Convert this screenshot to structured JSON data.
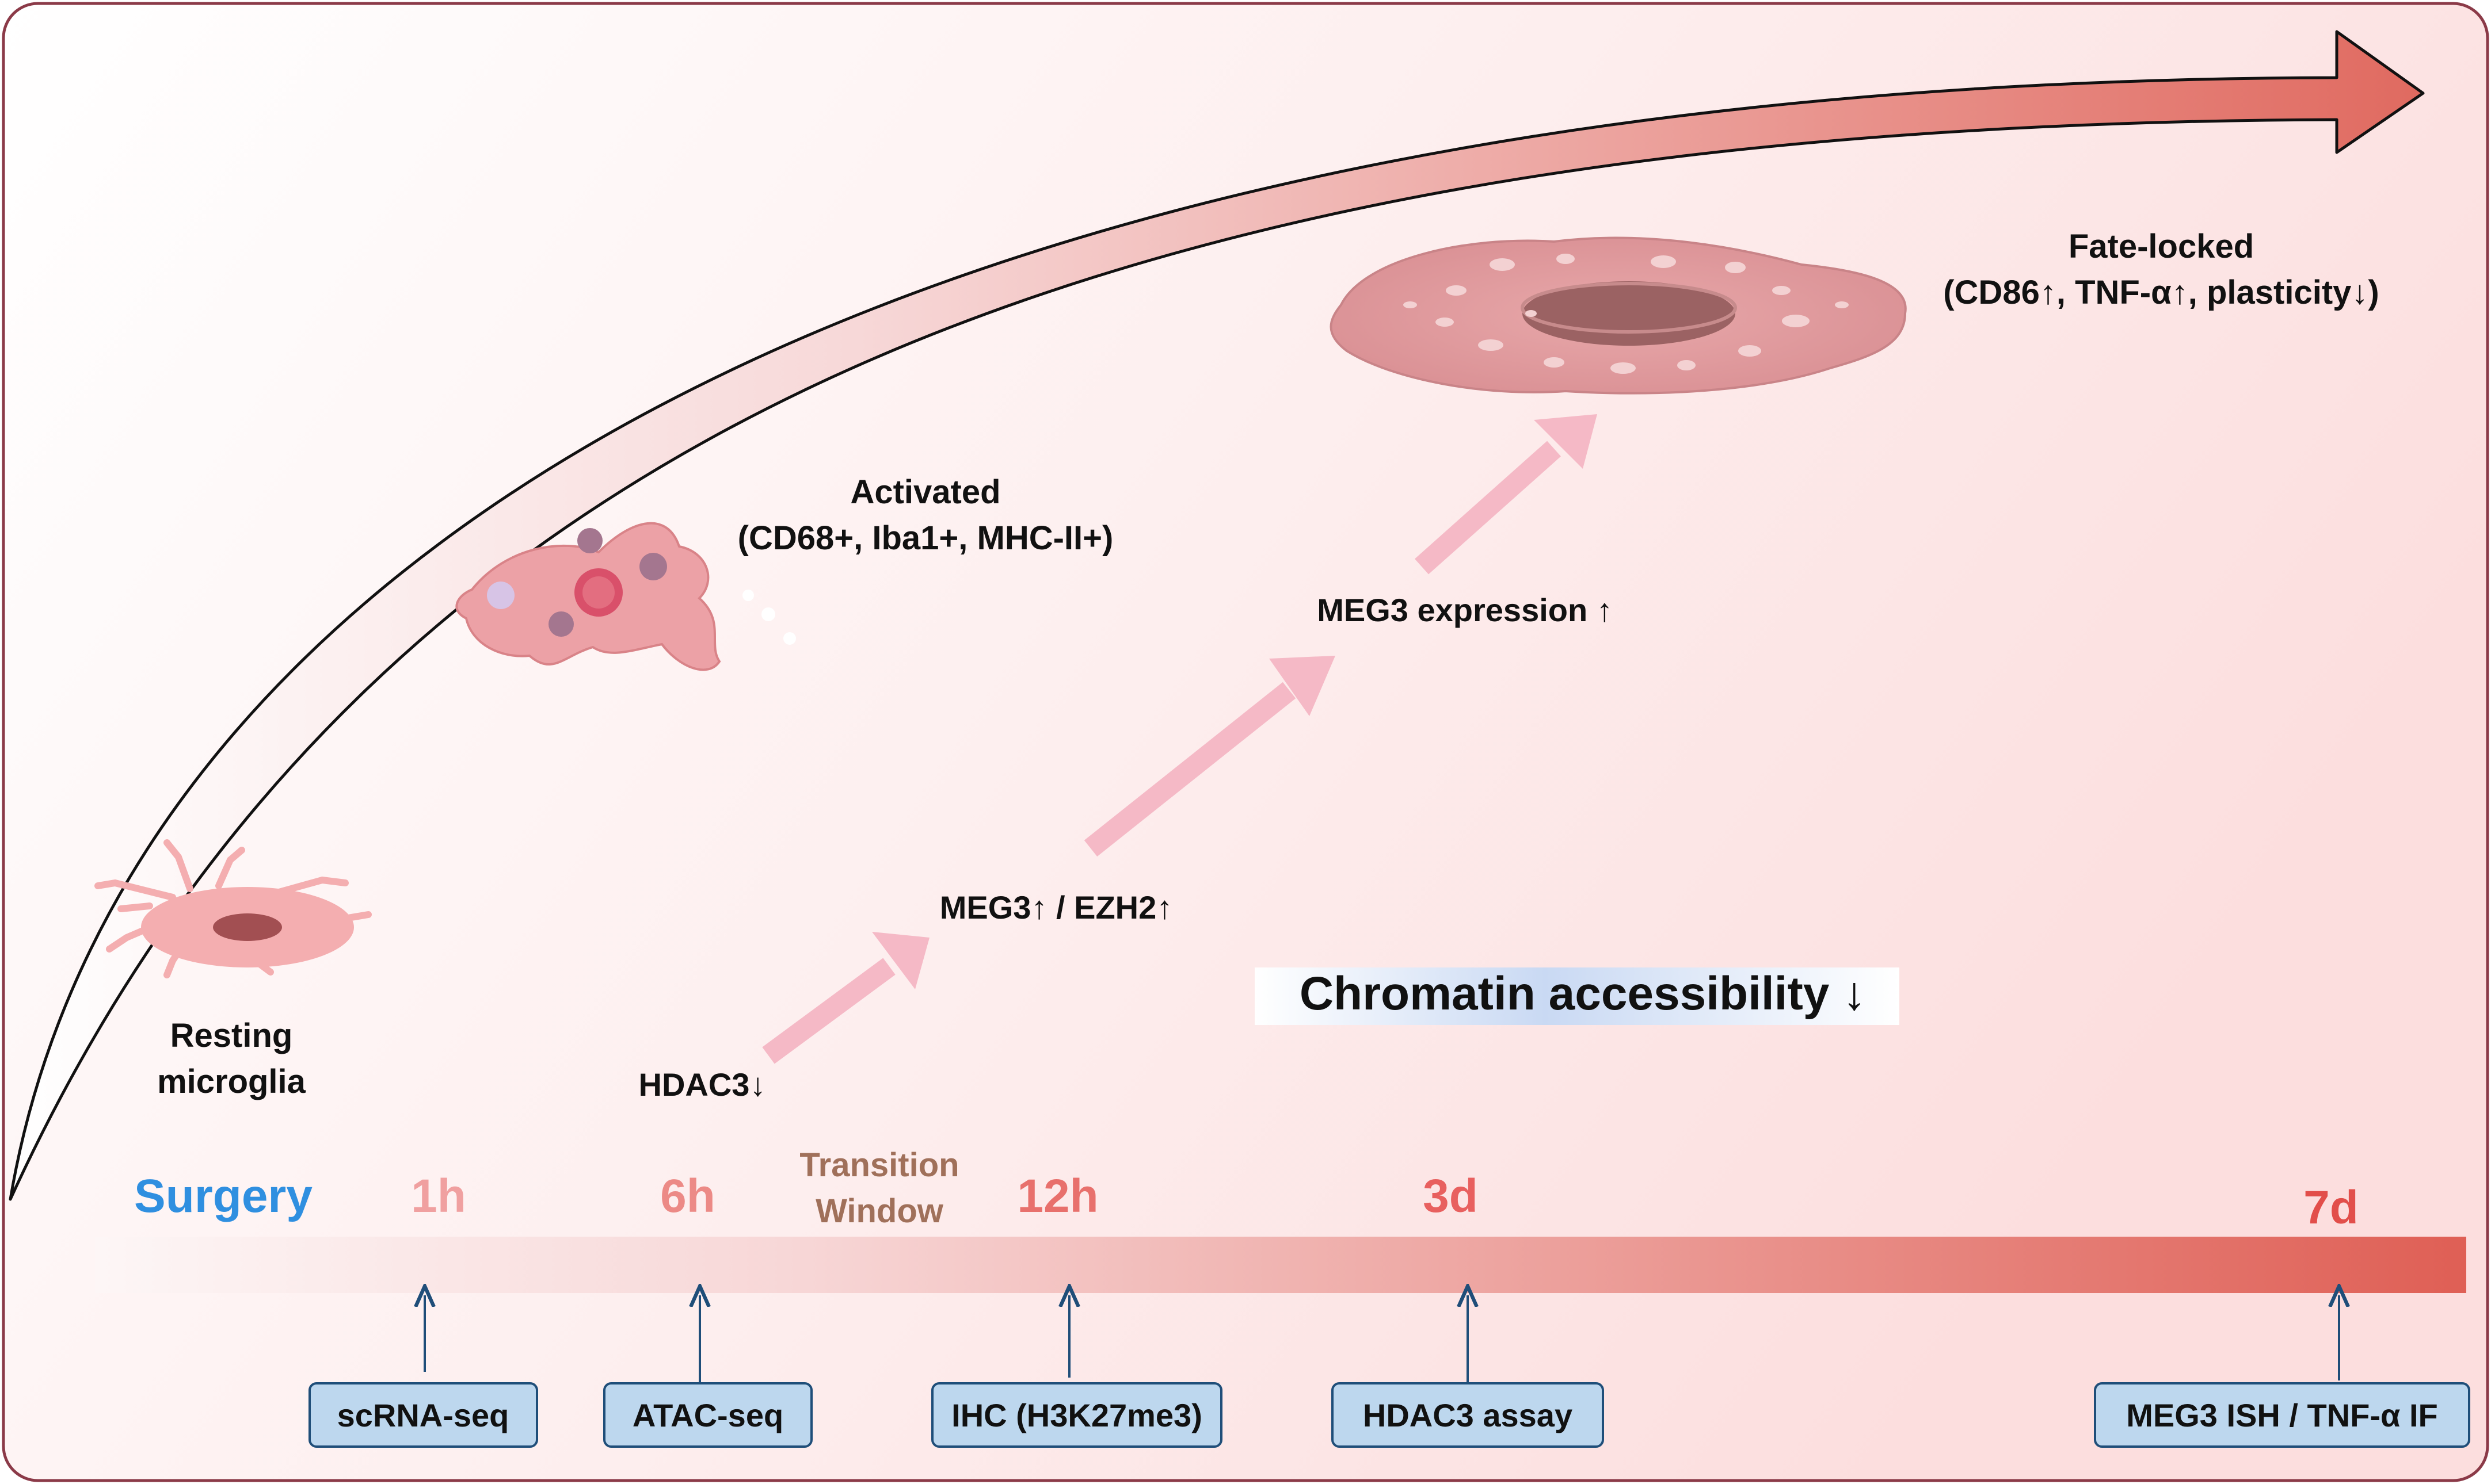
{
  "stages": {
    "resting": [
      "Resting",
      "microglia"
    ],
    "activated": [
      "Activated",
      "(CD68+, Iba1+, MHC-II+)"
    ],
    "fate_locked": [
      "Fate-locked",
      "(CD86↑, TNF-α↑, plasticity↓)"
    ]
  },
  "mechanism": {
    "hdac3": "HDAC3↓",
    "meg3_ezh2": "MEG3↑ / EZH2↑",
    "meg3_expression": "MEG3 expression ↑",
    "chromatin": "Chromatin accessibility ↓"
  },
  "timeline": {
    "surgery": "Surgery",
    "t1h": "1h",
    "t6h": "6h",
    "transition": [
      "Transition",
      "Window"
    ],
    "t12h": "12h",
    "t3d": "3d",
    "t7d": "7d"
  },
  "assays": [
    "scRNA-seq",
    "ATAC-seq",
    "IHC (H3K27me3)",
    "HDAC3 assay",
    "MEG3 ISH / TNF-α IF"
  ],
  "colors": {
    "surgery_blue": "#2f8fe0",
    "time_red": "#e8605f",
    "transition_brown": "#a0705a",
    "assay_fill": "#bdd7ee",
    "assay_border": "#1f4e79",
    "frame": "#8b3a48"
  },
  "icons": [
    "resting-microglia-icon",
    "activated-microglia-icon",
    "fate-locked-microglia-icon"
  ]
}
